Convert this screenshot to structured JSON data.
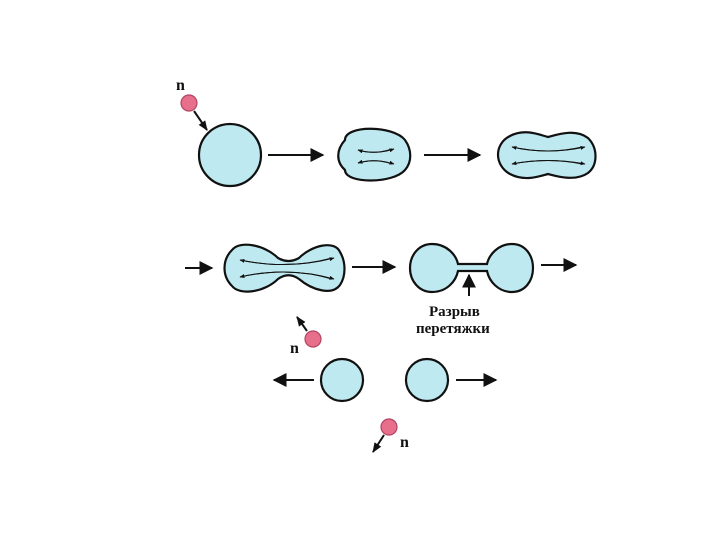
{
  "figure": {
    "neutron_label": "n",
    "caption_line1": "Разрыв",
    "caption_line2": "перетяжки"
  },
  "colors": {
    "nucleus": "#bfe9f0",
    "outline": "#111111",
    "neutron": "#e86f8b"
  },
  "icons": [
    "arrow-right",
    "arrow-left",
    "arrow-up"
  ]
}
